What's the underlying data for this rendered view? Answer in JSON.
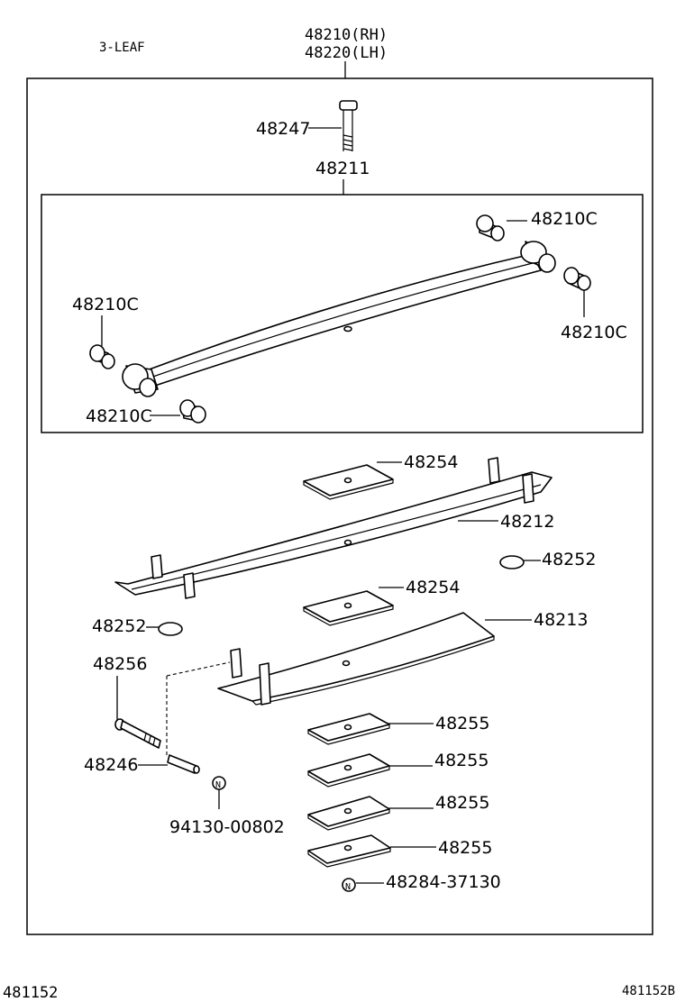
{
  "diagram": {
    "leaf_count_label": "3-LEAF",
    "assembly_rh": "48210(RH)",
    "assembly_lh": "48220(LH)",
    "center_bolt": "48247",
    "main_leaf": "48211",
    "bushing_label": "48210C",
    "pad_upper": "48254",
    "leaf_2": "48212",
    "silencer": "48252",
    "pad_lower": "48254",
    "leaf_3": "48213",
    "clip_bolt": "48256",
    "spacer": "48246",
    "nut_marker": "N",
    "nut_part": "94130-00802",
    "clip_part": "48255",
    "rivet_part": "48284-37130",
    "footer_left": "481152",
    "footer_right": "481152B"
  }
}
